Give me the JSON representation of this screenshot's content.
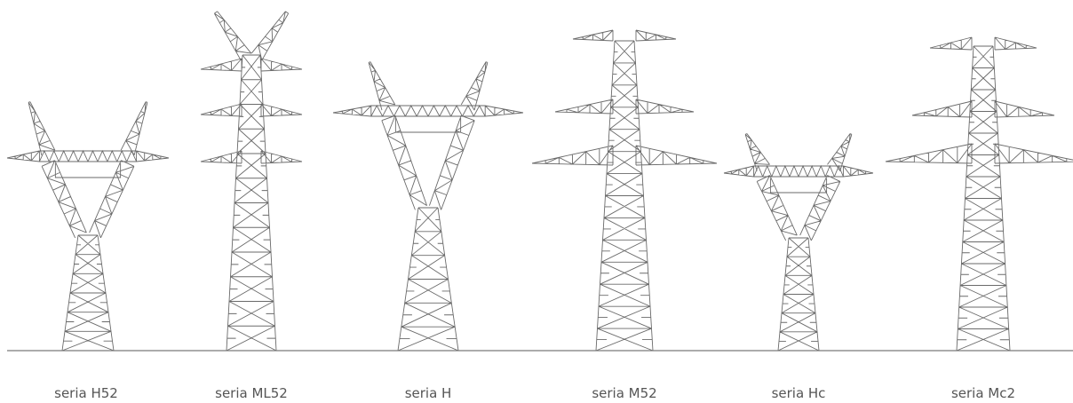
{
  "towers": [
    {
      "id": "h52",
      "label": "seria H52"
    },
    {
      "id": "ml52",
      "label": "seria ML52"
    },
    {
      "id": "h",
      "label": "seria H"
    },
    {
      "id": "m52",
      "label": "seria M52"
    },
    {
      "id": "hc",
      "label": "seria Hc"
    },
    {
      "id": "mc2",
      "label": "seria Mc2"
    }
  ],
  "colors": {
    "lattice": "#6a6a6a",
    "ground": "#7a7a7a",
    "caption": "#555555"
  }
}
